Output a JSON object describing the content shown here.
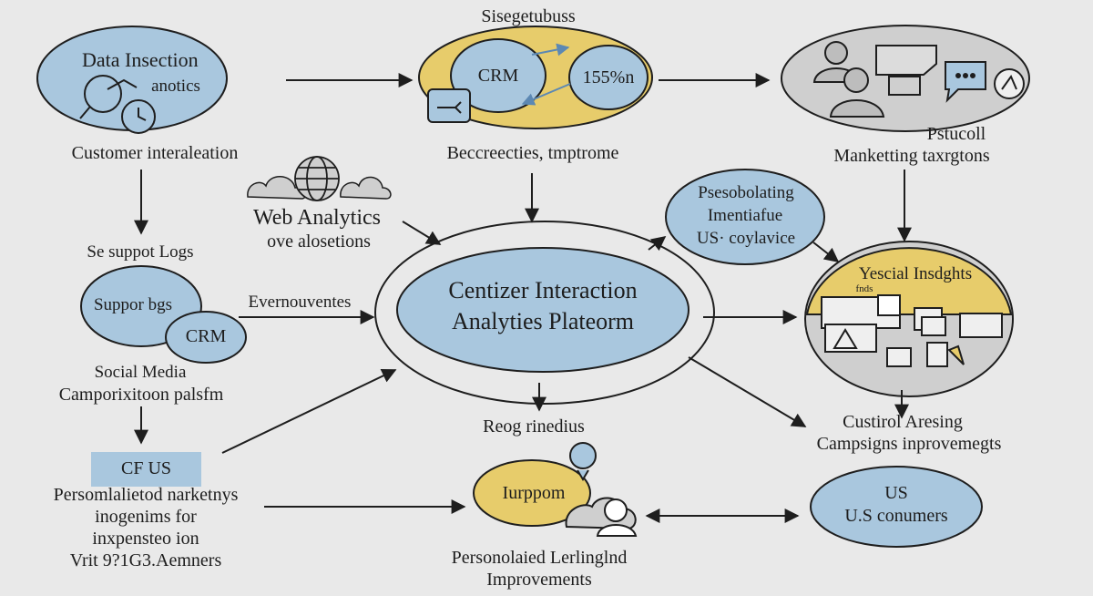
{
  "nodes": {
    "data_insection": {
      "title": "Data Insection",
      "sub": "anotics"
    },
    "customer_interaleation": "Customer interaleation",
    "top_title": "Sisegetubuss",
    "crm_top": "CRM",
    "percent": "155%n",
    "beccreecties": "Beccreecties, tmptrome",
    "psstucoll": {
      "line1": "Pstucoll",
      "line2": "Manketting taxrgtons"
    },
    "web_analytics": {
      "title": "Web Analytics",
      "sub": "ove alosetions"
    },
    "support_logs": "Se suppot Logs",
    "suppor_bgs": "Suppor bgs",
    "crm_left": "CRM",
    "social_media": {
      "line1": "Social Media",
      "line2": "Camporixitoon palsfm"
    },
    "evernouventes": "Evernouventes",
    "central": {
      "line1": "Centizer Interaction",
      "line2": "Analyties Plateorm"
    },
    "psesobolating": {
      "line1": "Psesobolating",
      "line2": "Imentiafue",
      "line3": "US· coylavice"
    },
    "yescial": {
      "title": "Yescial Insdghts",
      "tiny": "fnds"
    },
    "cfus": "CF US",
    "personalized": {
      "line1": "Persomlalietod narketnys",
      "line2": "inogenims for",
      "line3": "inxpensteo ion",
      "line4": "Vrit 9?1G3.Aemners"
    },
    "reogrinedius": "Reog rinedius",
    "iurppom": "Iurppom",
    "personolaied": {
      "line1": "Personolaied Lerlinglnd",
      "line2": "Improvements"
    },
    "custirol": {
      "line1": "Custirol Aresing",
      "line2": "Campsigns inprovemegts"
    },
    "us_consumers": {
      "line1": "US",
      "line2": "U.S conumers"
    }
  },
  "colors": {
    "blue": "#a9c7de",
    "yellow": "#e7cc6b",
    "gray": "#cfcfcf",
    "outline": "#1e1e1e",
    "background": "#e9e9e9"
  },
  "icons": [
    "magnifier-icon",
    "clock-icon",
    "chat-icon",
    "cloud-icon",
    "globe-icon",
    "people-icon",
    "speech-bubble-icon",
    "screen-icon",
    "chart-icon",
    "user-icon"
  ]
}
